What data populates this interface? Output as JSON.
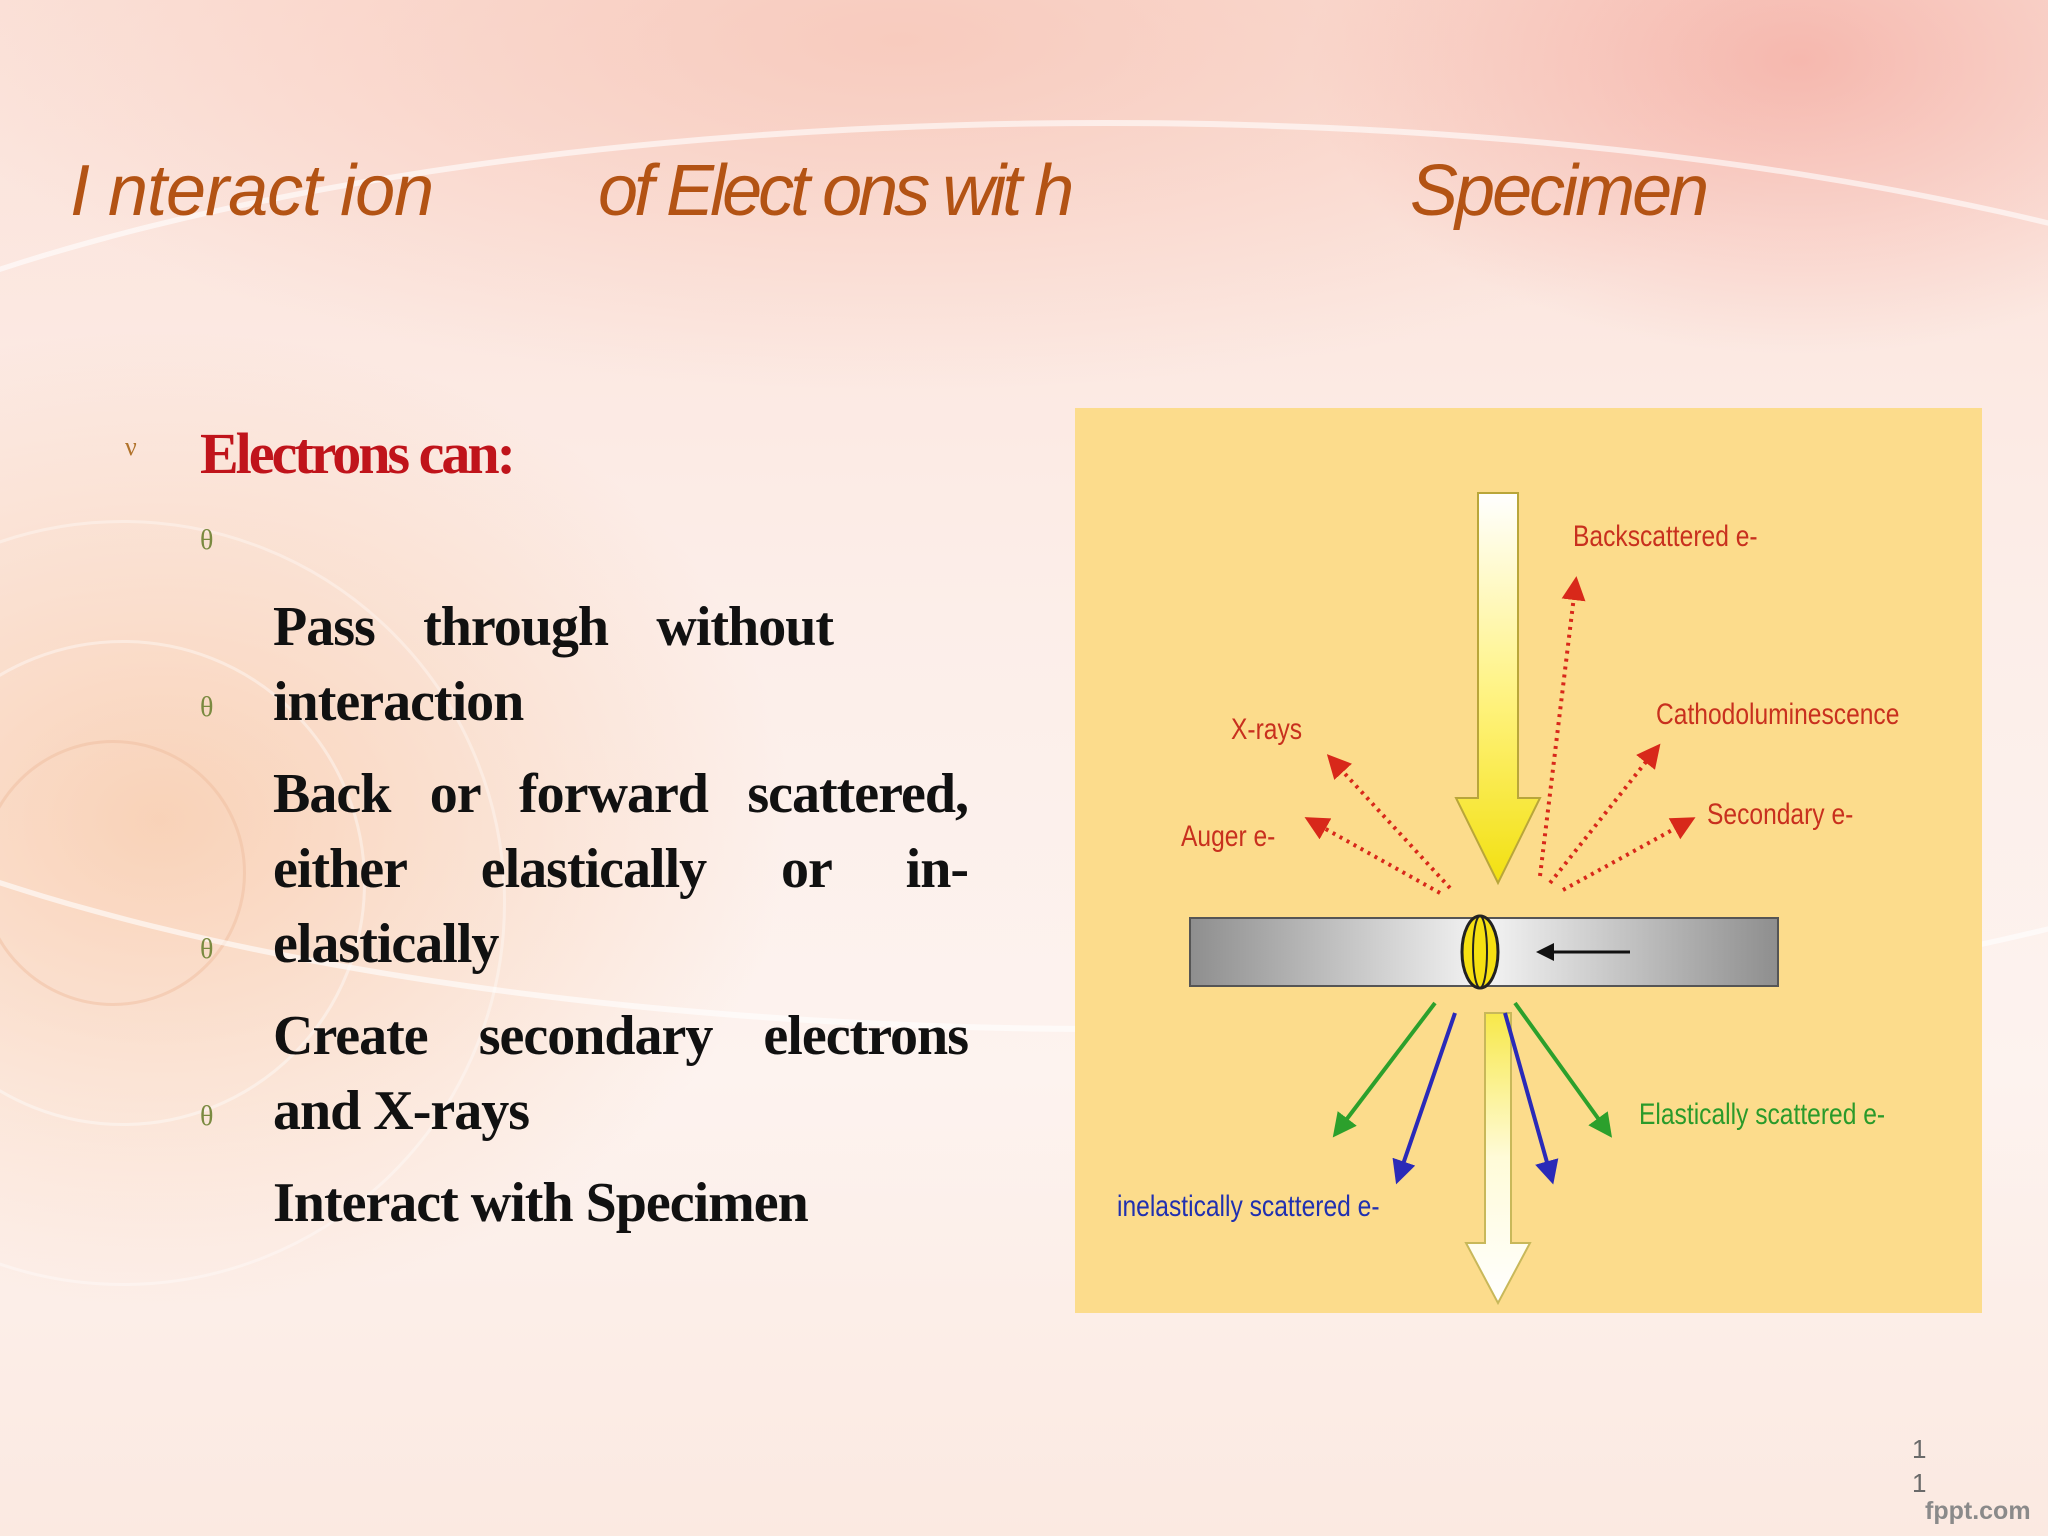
{
  "slide": {
    "title_parts": [
      "I nteract ion",
      "of Elect ons wit h",
      "Specimen"
    ],
    "heading_marker": "ν",
    "heading": "Electrons can:",
    "sub_marker": "θ",
    "items": [
      "Pass through without interaction",
      "Back or forward scattered, either elastically or in-elastically",
      "Create secondary electrons and X-rays",
      "Interact with Specimen"
    ],
    "page_number": "11",
    "watermark": "fppt.com"
  },
  "figure": {
    "labels": {
      "backscattered": "Backscattered e-",
      "cathodoluminescence": "Cathodoluminescence",
      "xrays": "X-rays",
      "secondary": "Secondary e-",
      "auger": "Auger e-",
      "elastically": "Elastically scattered e-",
      "inelastically": "inelastically scattered e-"
    },
    "colors": {
      "background": "#fcdc8c",
      "emission_arrows": "#d8281a",
      "elastic_arrows": "#2ca02c",
      "inelastic_arrows": "#2a2ab8",
      "label_red": "#c8301e",
      "label_green": "#2a9a2a",
      "label_blue": "#2030b0"
    }
  }
}
